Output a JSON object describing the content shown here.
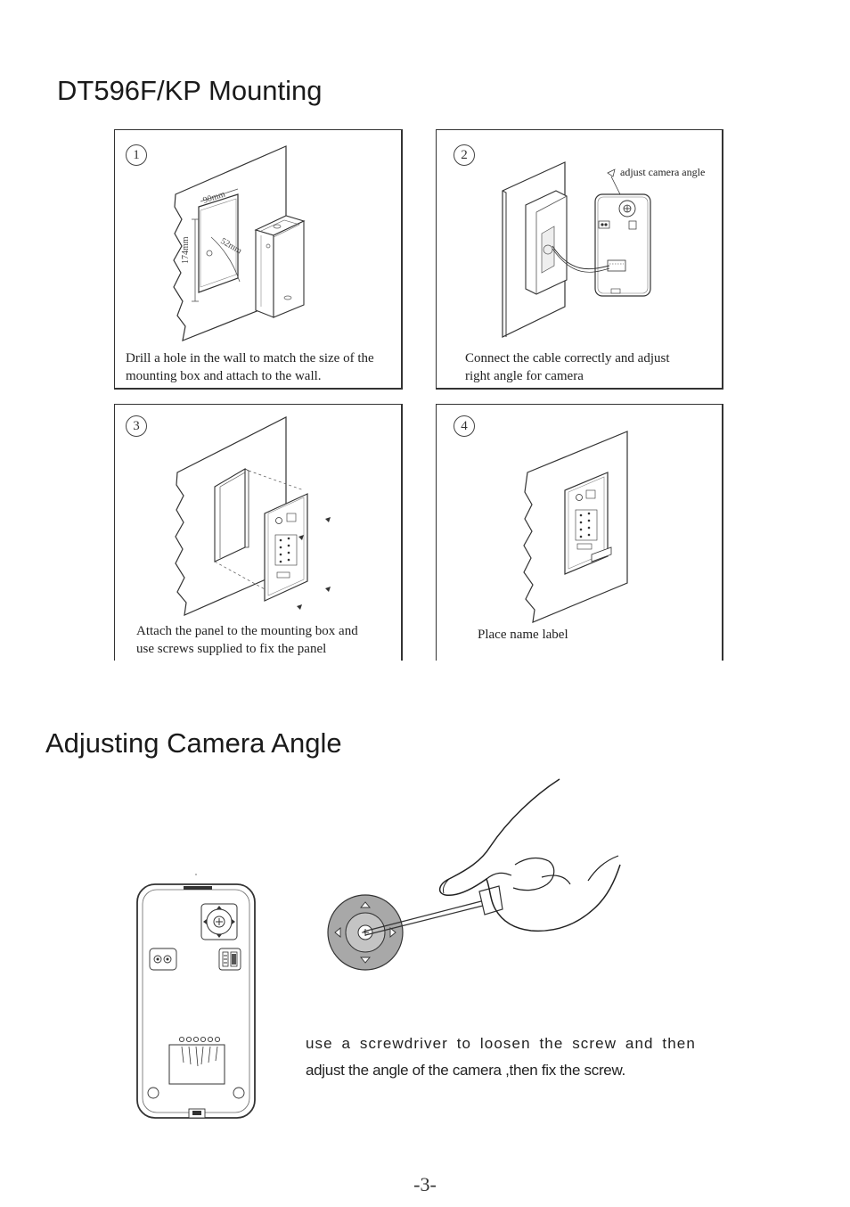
{
  "headings": {
    "mounting": "DT596F/KP Mounting",
    "camera": "Adjusting Camera Angle"
  },
  "steps": [
    {
      "num": "1",
      "caption_lines": [
        "Drill a hole in the wall to match the size of the",
        "mounting box and attach to the wall."
      ],
      "dims": {
        "width": "90mm",
        "height": "174mm",
        "depth": "52mm"
      }
    },
    {
      "num": "2",
      "caption_lines": [
        "Connect the cable correctly and adjust",
        "right angle for camera"
      ],
      "callout": "adjust camera angle"
    },
    {
      "num": "3",
      "caption_lines": [
        "Attach the panel to the mounting box and",
        "use screws supplied to fix the panel"
      ]
    },
    {
      "num": "4",
      "caption_lines": [
        "Place name label"
      ]
    }
  ],
  "instruction": {
    "line1": "use a screwdriver to loosen the screw and then",
    "line2": "adjust the angle of the camera ,then fix the screw."
  },
  "page_number": "-3-",
  "icons": [
    "wall-panel-illustration",
    "mounting-box-icon",
    "camera-adjust-screw-icon",
    "keypad-panel-icon",
    "hand-screwdriver-icon",
    "direction-arrows-icon"
  ],
  "colors": {
    "ink": "#1a1a1a",
    "line": "#333333",
    "fill_gray": "#bdbdbd",
    "dial_gray": "#9e9e9e"
  }
}
